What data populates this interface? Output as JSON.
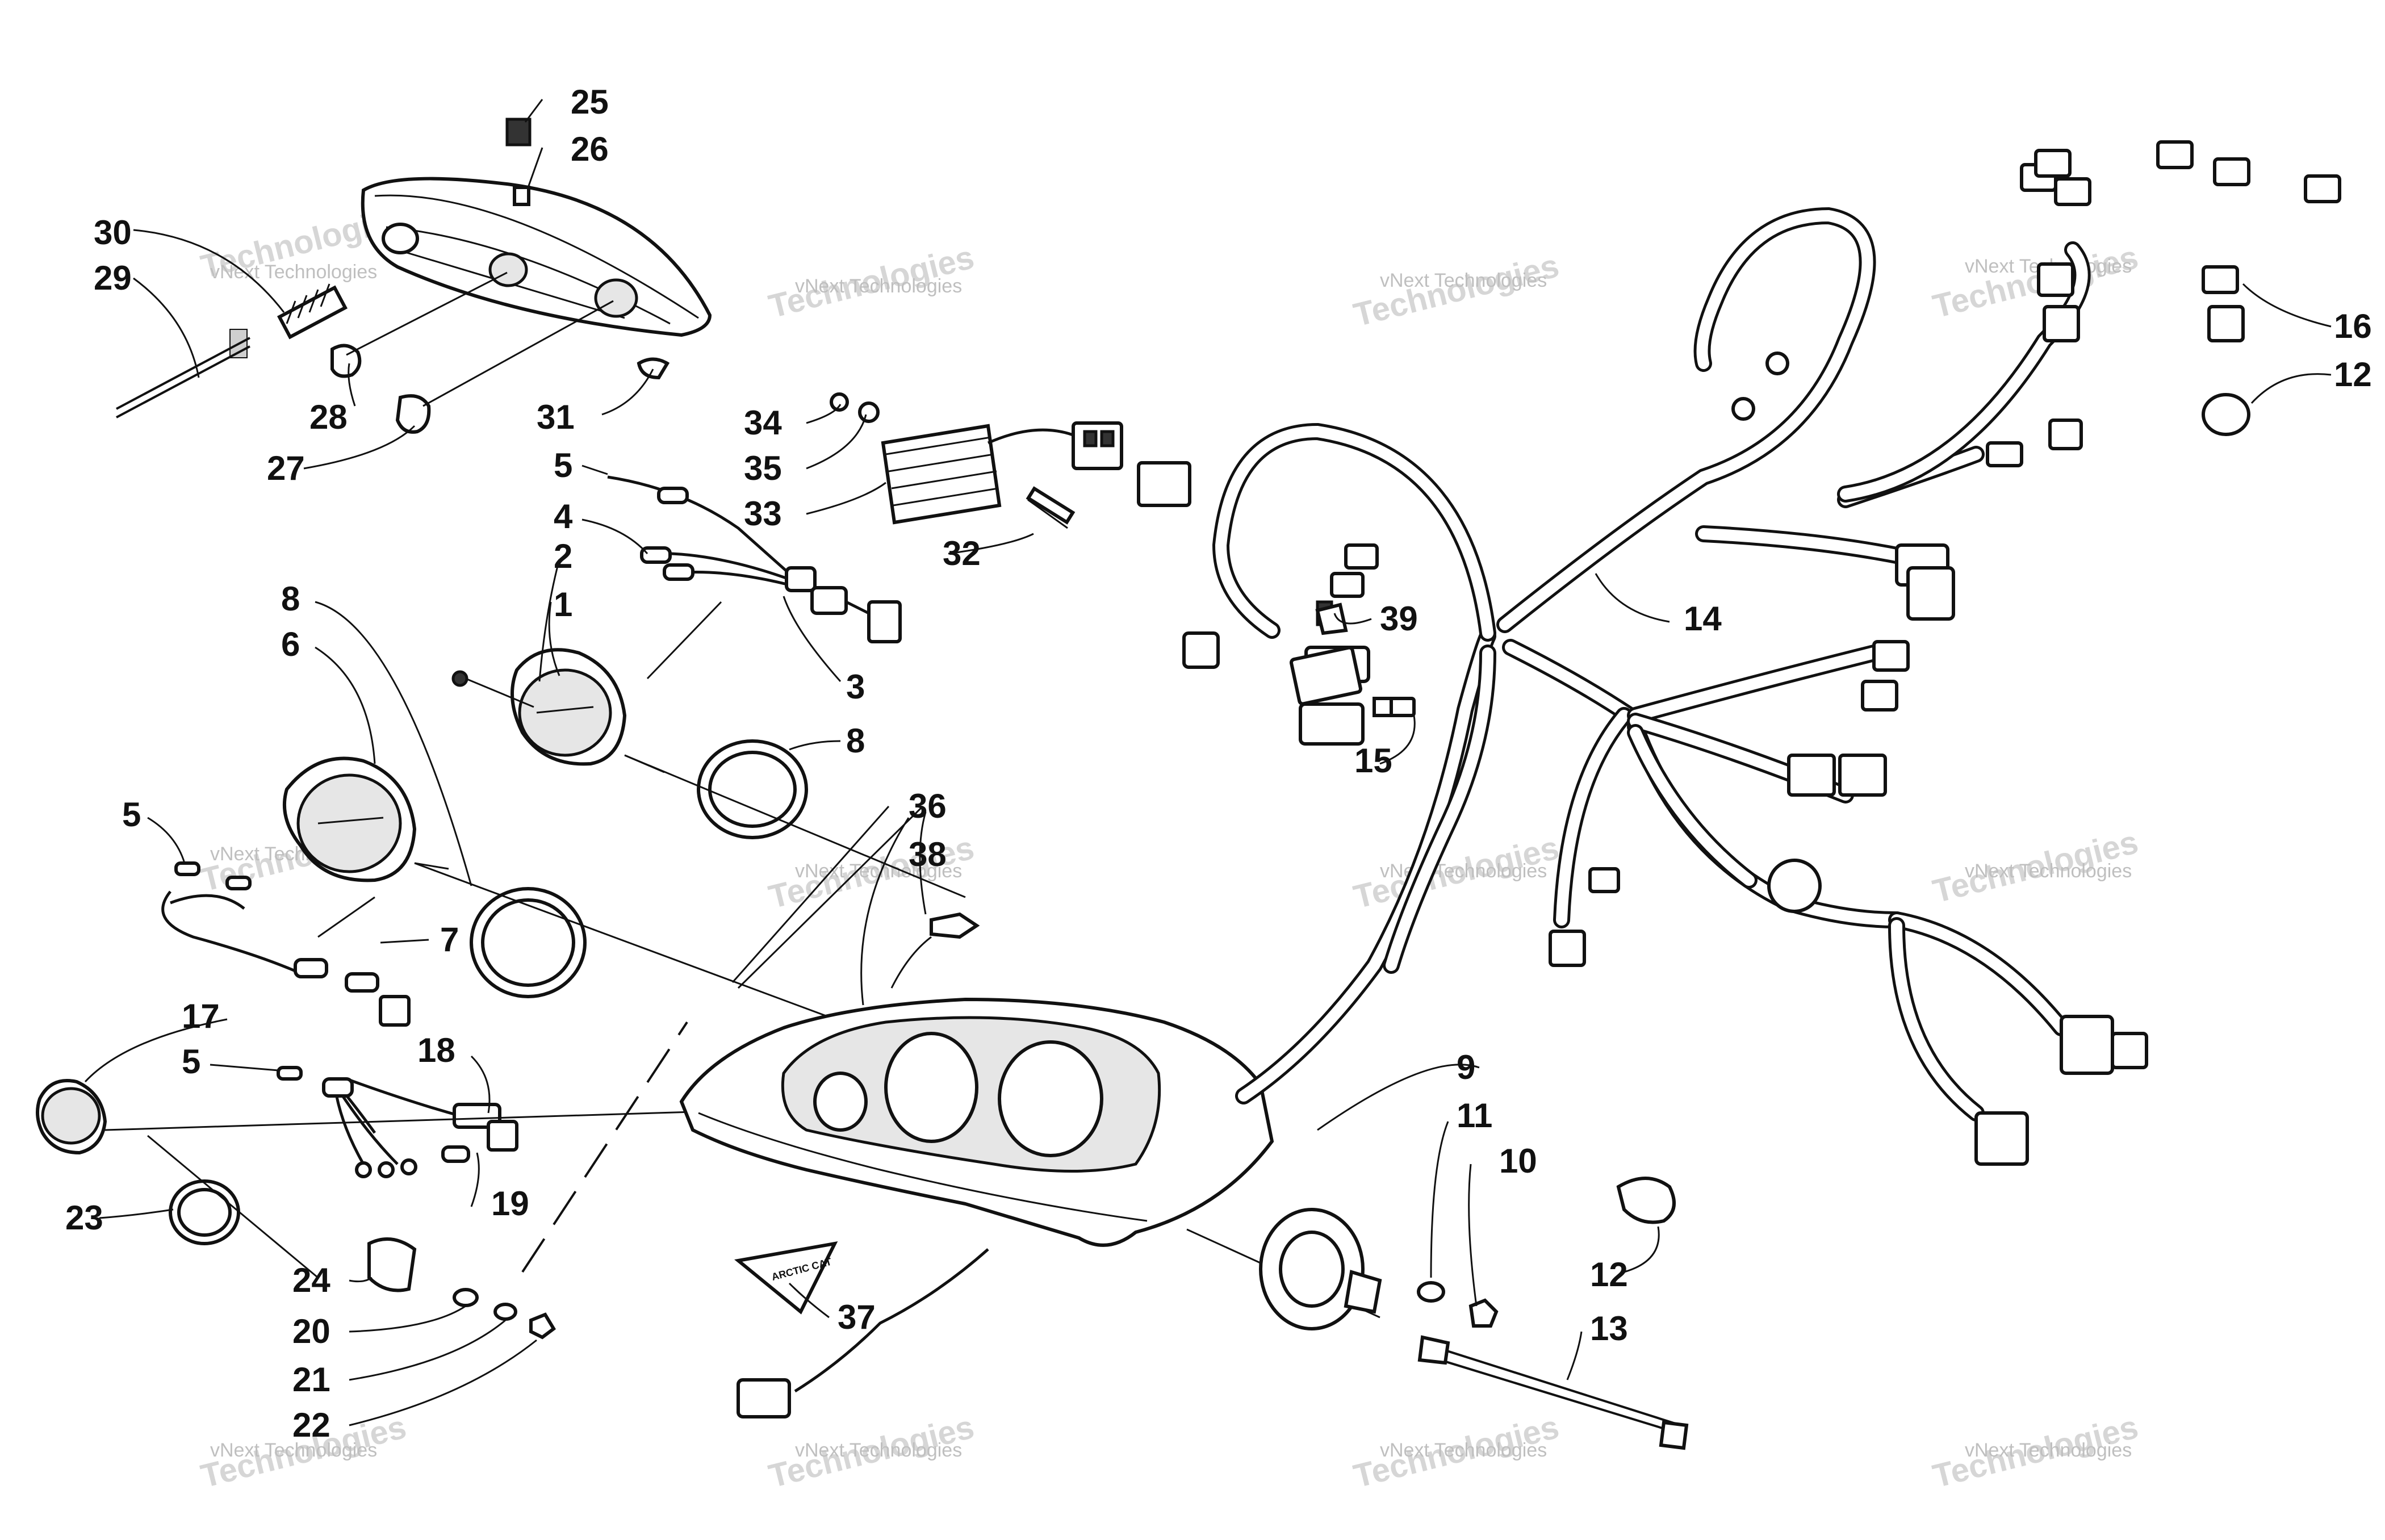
{
  "watermark": {
    "small": "vNext Technologies",
    "big": "Technologies"
  },
  "callouts": [
    "1",
    "2",
    "3",
    "4",
    "5",
    "5",
    "5",
    "6",
    "7",
    "8",
    "8",
    "9",
    "10",
    "11",
    "12",
    "12",
    "13",
    "14",
    "15",
    "16",
    "17",
    "18",
    "19",
    "20",
    "21",
    "22",
    "23",
    "24",
    "25",
    "26",
    "27",
    "28",
    "29",
    "30",
    "31",
    "32",
    "33",
    "34",
    "35",
    "36",
    "37",
    "38",
    "39"
  ],
  "decal_text": "ARCTIC CAT"
}
